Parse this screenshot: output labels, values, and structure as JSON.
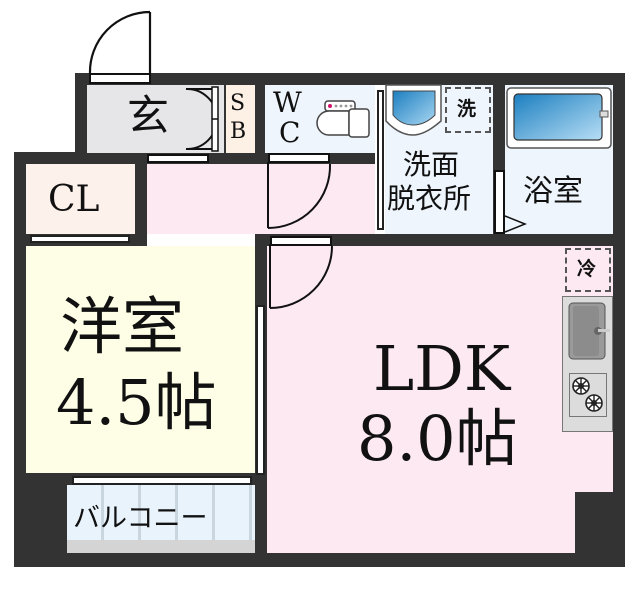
{
  "floorplan": {
    "layout": "1LDK",
    "colors": {
      "wall": "#333333",
      "entrance": "#e6e5e8",
      "shoebox": "#fdf1e6",
      "wc": "#eef5fc",
      "washroom": "#eef5fc",
      "bath": "#eef5fc",
      "closet": "#fdf1ec",
      "hallway": "#fce9f1",
      "western_room": "#fefee6",
      "ldk": "#fce9f1",
      "balcony": "#e8f3fc",
      "kitchen_counter": "#dcdcdc"
    },
    "rooms": {
      "entrance": {
        "label": "玄"
      },
      "shoebox": {
        "label_line1": "S",
        "label_line2": "B"
      },
      "wc": {
        "label_line1": "W",
        "label_line2": "C"
      },
      "washroom": {
        "label_line1": "洗面",
        "label_line2": "脱衣所",
        "washer_label": "洗"
      },
      "bathroom": {
        "label": "浴室"
      },
      "closet": {
        "label": "CL"
      },
      "western_room": {
        "label": "洋室",
        "size": "4.5帖"
      },
      "ldk": {
        "label": "LDK",
        "size": "8.0帖",
        "fridge_label": "冷"
      },
      "balcony": {
        "label": "バルコニー"
      }
    },
    "fixtures": [
      "toilet-icon",
      "washbasin-icon",
      "washer-space-icon",
      "bathtub-icon",
      "fridge-space-icon",
      "kitchen-sink-icon",
      "stove-icon"
    ]
  }
}
